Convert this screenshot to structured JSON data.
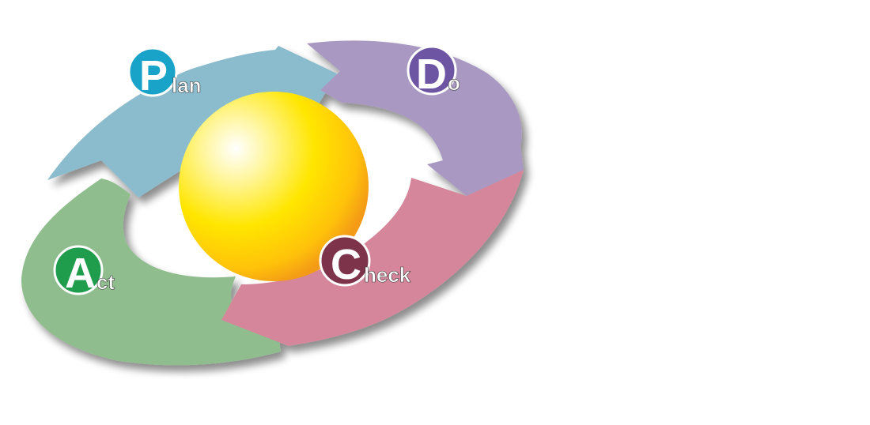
{
  "cycle": {
    "stages": [
      {
        "key": "plan",
        "initial": "P",
        "rest": "lan",
        "fill": "#8bbccd",
        "badge": "#1aa3c8"
      },
      {
        "key": "do",
        "initial": "D",
        "rest": "o",
        "fill": "#a998c2",
        "badge": "#6e55a4"
      },
      {
        "key": "check",
        "initial": "C",
        "rest": "heck",
        "fill": "#d5869a",
        "badge": "#7d344b"
      },
      {
        "key": "act",
        "initial": "A",
        "rest": "ct",
        "fill": "#8fbd8e",
        "badge": "#1f9c4c"
      }
    ],
    "center": {
      "color": "#ffd400"
    }
  }
}
